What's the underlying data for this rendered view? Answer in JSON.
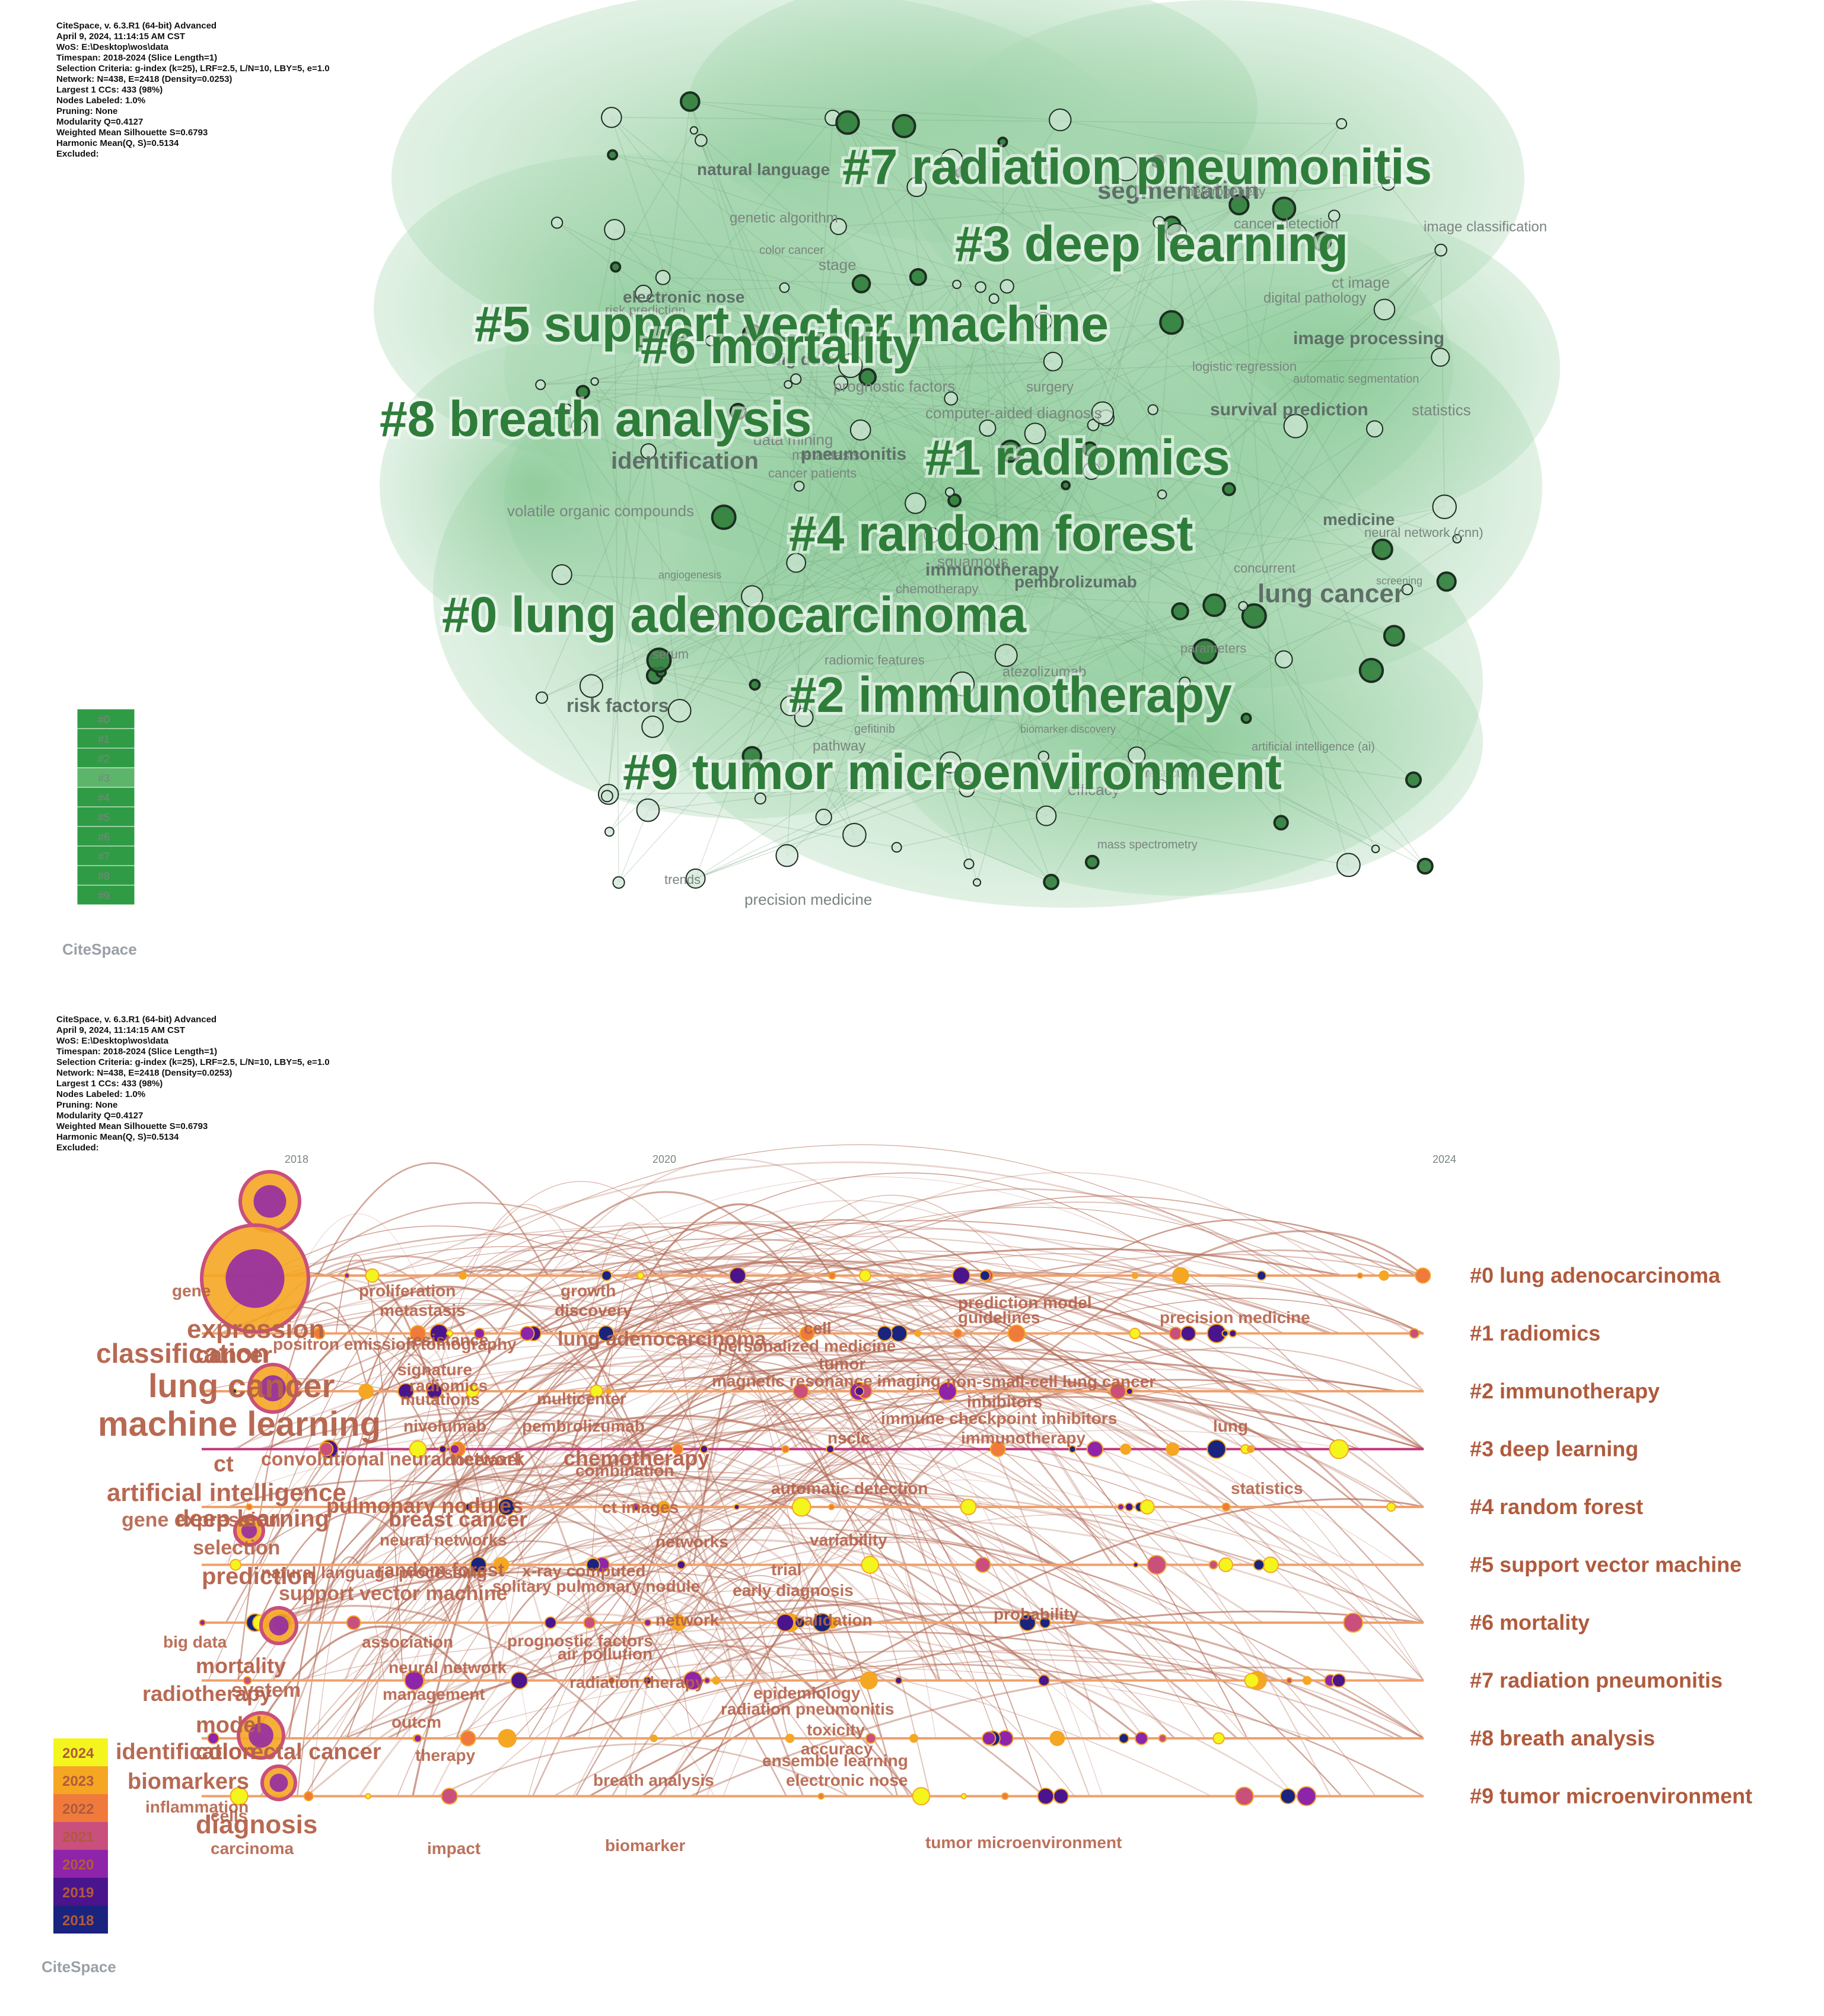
{
  "meta": {
    "lines": [
      "CiteSpace, v. 6.3.R1 (64-bit) Advanced",
      "April 9, 2024, 11:14:15 AM CST",
      "WoS: E:\\Desktop\\wos\\data",
      "Timespan: 2018-2024 (Slice Length=1)",
      "Selection Criteria: g-index (k=25), LRF=2.5, L/N=10, LBY=5, e=1.0",
      "Network: N=438, E=2418 (Density=0.0253)",
      "Largest 1 CCs: 433 (98%)",
      "Nodes Labeled: 1.0%",
      "Pruning: None",
      "Modularity Q=0.4127",
      "Weighted Mean Silhouette S=0.6793",
      "Harmonic Mean(Q, S)=0.5134",
      "Excluded:"
    ]
  },
  "logo": "CiteSpace",
  "colors": {
    "cluster_green": "#2f7d3a",
    "cloud_green": "#7fc58d",
    "timeline_arc": "#b46a55",
    "timeline_label": "#b05a3c",
    "highlight_label": "#a23a6a",
    "year_label": "#e000e0"
  },
  "cluster_map": {
    "legend": [
      "#0",
      "#1",
      "#2",
      "#3",
      "#4",
      "#5",
      "#6",
      "#7",
      "#8",
      "#9"
    ],
    "clusters": [
      "#7 radiation pneumonitis",
      "#3 deep learning",
      "#5 support vector machine",
      "#6 mortality",
      "#8 breath analysis",
      "#1 radiomics",
      "#4 random forest",
      "#0 lung adenocarcinoma",
      "#2 immunotherapy",
      "#9 tumor microenvironment"
    ],
    "keywords": [
      "segmentation",
      "lung cancer",
      "image processing",
      "statistics",
      "survival prediction",
      "risk factors",
      "precision medicine",
      "trends",
      "mass spectrometry",
      "volatile organic compounds",
      "natural language",
      "genetic algorithm",
      "electronic nose",
      "risk prediction",
      "big data",
      "prognostic factors",
      "surgery",
      "computer-aided diagnosis",
      "data mining",
      "metastasis",
      "cancer patients",
      "identification",
      "pneumonitis",
      "immunotherapy",
      "atezolizumab",
      "gefitinib",
      "pathway",
      "efficacy",
      "resection",
      "ct image",
      "image classification",
      "cancer detection",
      "digital pathology",
      "automatic segmentation",
      "stage",
      "chemotherapy",
      "biomarker discovery",
      "radiomic features",
      "serum",
      "neural network (cnn)",
      "medicine",
      "concurrent",
      "screening",
      "parameters",
      "artificial intelligence (ai)",
      "color cancer",
      "angiogenesis",
      "squamous",
      "pembrolizumab",
      "logistic regression",
      "heterogeneity"
    ]
  },
  "timeline": {
    "years": [
      "2018",
      "2020",
      "2024"
    ],
    "color_legend": [
      "2024",
      "2023",
      "2022",
      "2021",
      "2020",
      "2019",
      "2018"
    ],
    "color_legend_colors": [
      "#f5f51e",
      "#f5a623",
      "#f07a3c",
      "#c94f7c",
      "#8e24aa",
      "#4a148c",
      "#1a237e"
    ],
    "clusters": [
      "#0 lung adenocarcinoma",
      "#1 radiomics",
      "#2 immunotherapy",
      "#3 deep learning",
      "#4 random forest",
      "#5 support vector machine",
      "#6 mortality",
      "#7 radiation pneumonitis",
      "#8 breath analysis",
      "#9 tumor microenvironment"
    ],
    "keywords": [
      "gene",
      "proliferation",
      "metastasis",
      "growth",
      "discovery",
      "prediction model",
      "guidelines",
      "precision medicine",
      "expression",
      "classification",
      "cancer",
      "positron emission tomography",
      "resistance",
      "lung adenocarcinoma",
      "cell",
      "personalized medicine",
      "tumor",
      "signature",
      "radiomics",
      "mutations",
      "multicenter",
      "magnetic resonance imaging",
      "non-small-cell lung cancer",
      "inhibitors",
      "lung cancer",
      "machine learning",
      "nivolumab",
      "pembrolizumab",
      "immune checkpoint inhibitors",
      "nsclc",
      "immunotherapy",
      "lung",
      "ct",
      "convolutional neural network",
      "docetaxel",
      "chemotherapy",
      "combination",
      "artificial intelligence",
      "pulmonary nodules",
      "ct images",
      "automatic detection",
      "statistics",
      "gene expression",
      "deep learning",
      "breast cancer",
      "selection",
      "neural networks",
      "networks",
      "variability",
      "prediction",
      "natural language processing",
      "random forest",
      "x-ray computed",
      "solitary pulmonary nodule",
      "trial",
      "early diagnosis",
      "support vector machine",
      "network",
      "validation",
      "probability",
      "big data",
      "association",
      "prognostic factors",
      "air pollution",
      "mortality",
      "neural network",
      "radiotherapy",
      "system",
      "management",
      "radiation therapy",
      "epidemiology",
      "radiation pneumonitis",
      "model",
      "outcm",
      "toxicity",
      "identification",
      "colorectal cancer",
      "therapy",
      "accuracy",
      "ensemble learning",
      "biomarkers",
      "breath analysis",
      "electronic nose",
      "inflammation",
      "diagnosis",
      "cells",
      "carcinoma",
      "impact",
      "biomarker",
      "tumor microenvironment"
    ]
  }
}
